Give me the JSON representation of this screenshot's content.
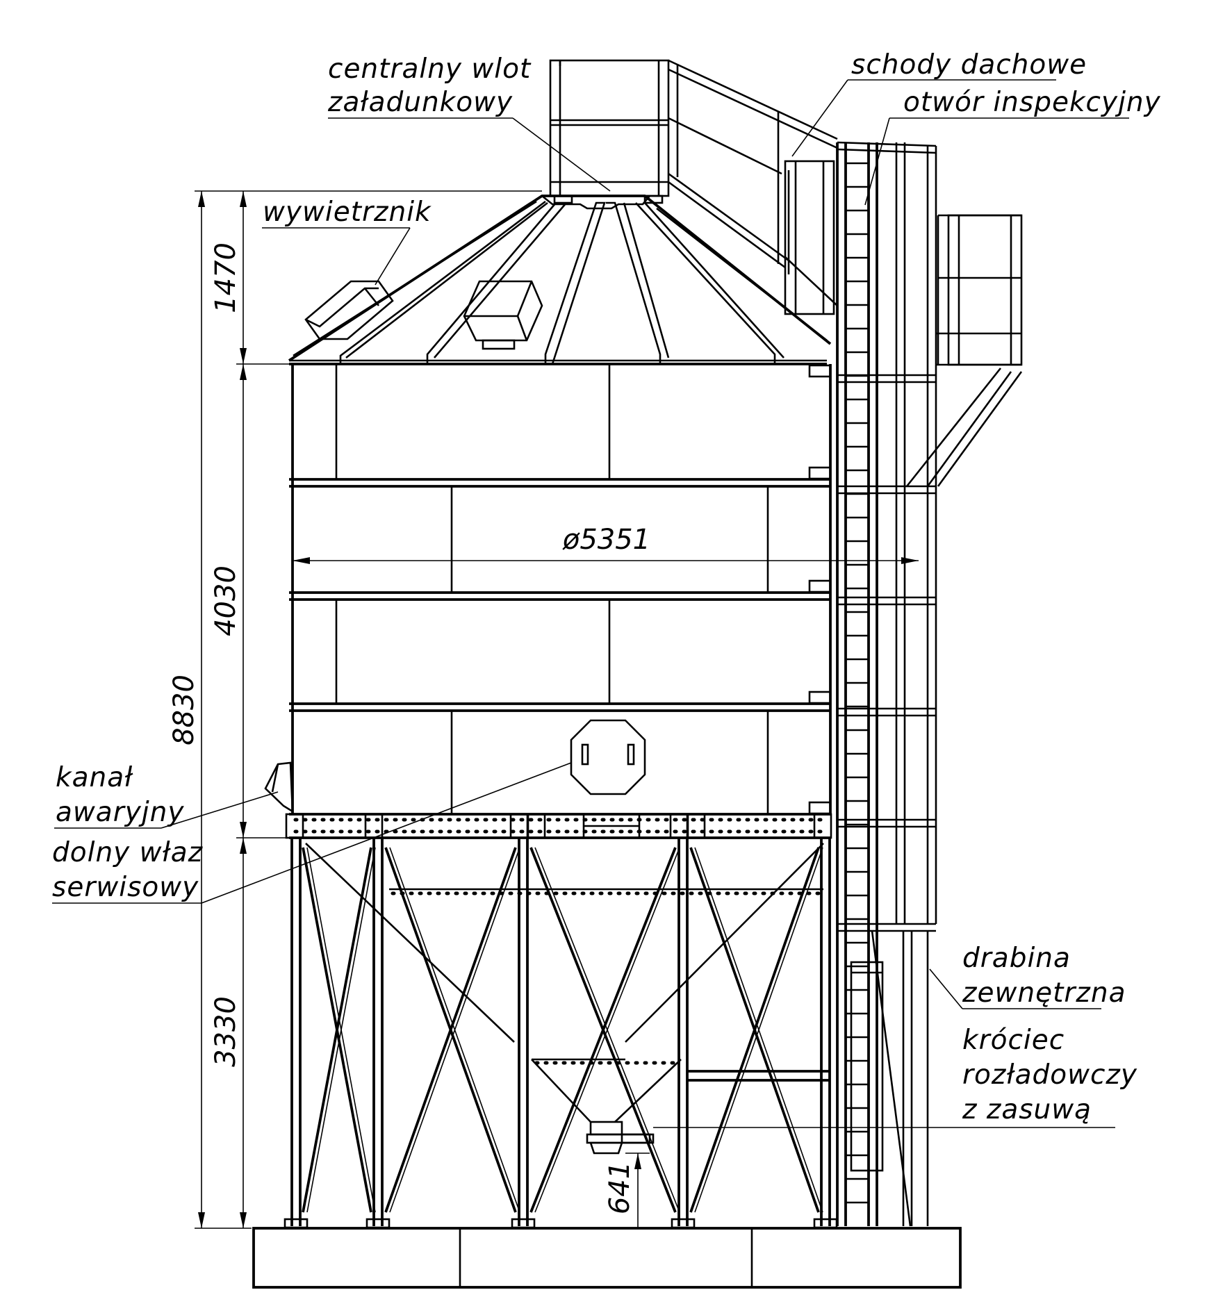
{
  "labels": {
    "central_inlet_line1": "centralny wlot",
    "central_inlet_line2": "załadunkowy",
    "roof_stairs": "schody dachowe",
    "inspection_opening": "otwór inspekcyjny",
    "ventilator": "wywietrznik",
    "emergency_channel_line1": "kanał",
    "emergency_channel_line2": "awaryjny",
    "service_hatch_line1": "dolny właz",
    "service_hatch_line2": "serwisowy",
    "external_ladder_line1": "drabina",
    "external_ladder_line2": "zewnętrzna",
    "discharge_spout_line1": "króciec",
    "discharge_spout_line2": "rozładowczy",
    "discharge_spout_line3": "z zasuwą"
  },
  "dimensions": {
    "roof_height": "1470",
    "cylinder_height": "4030",
    "total_height": "8830",
    "support_height": "3330",
    "outlet_clearance": "641",
    "diameter": "ø5351"
  }
}
